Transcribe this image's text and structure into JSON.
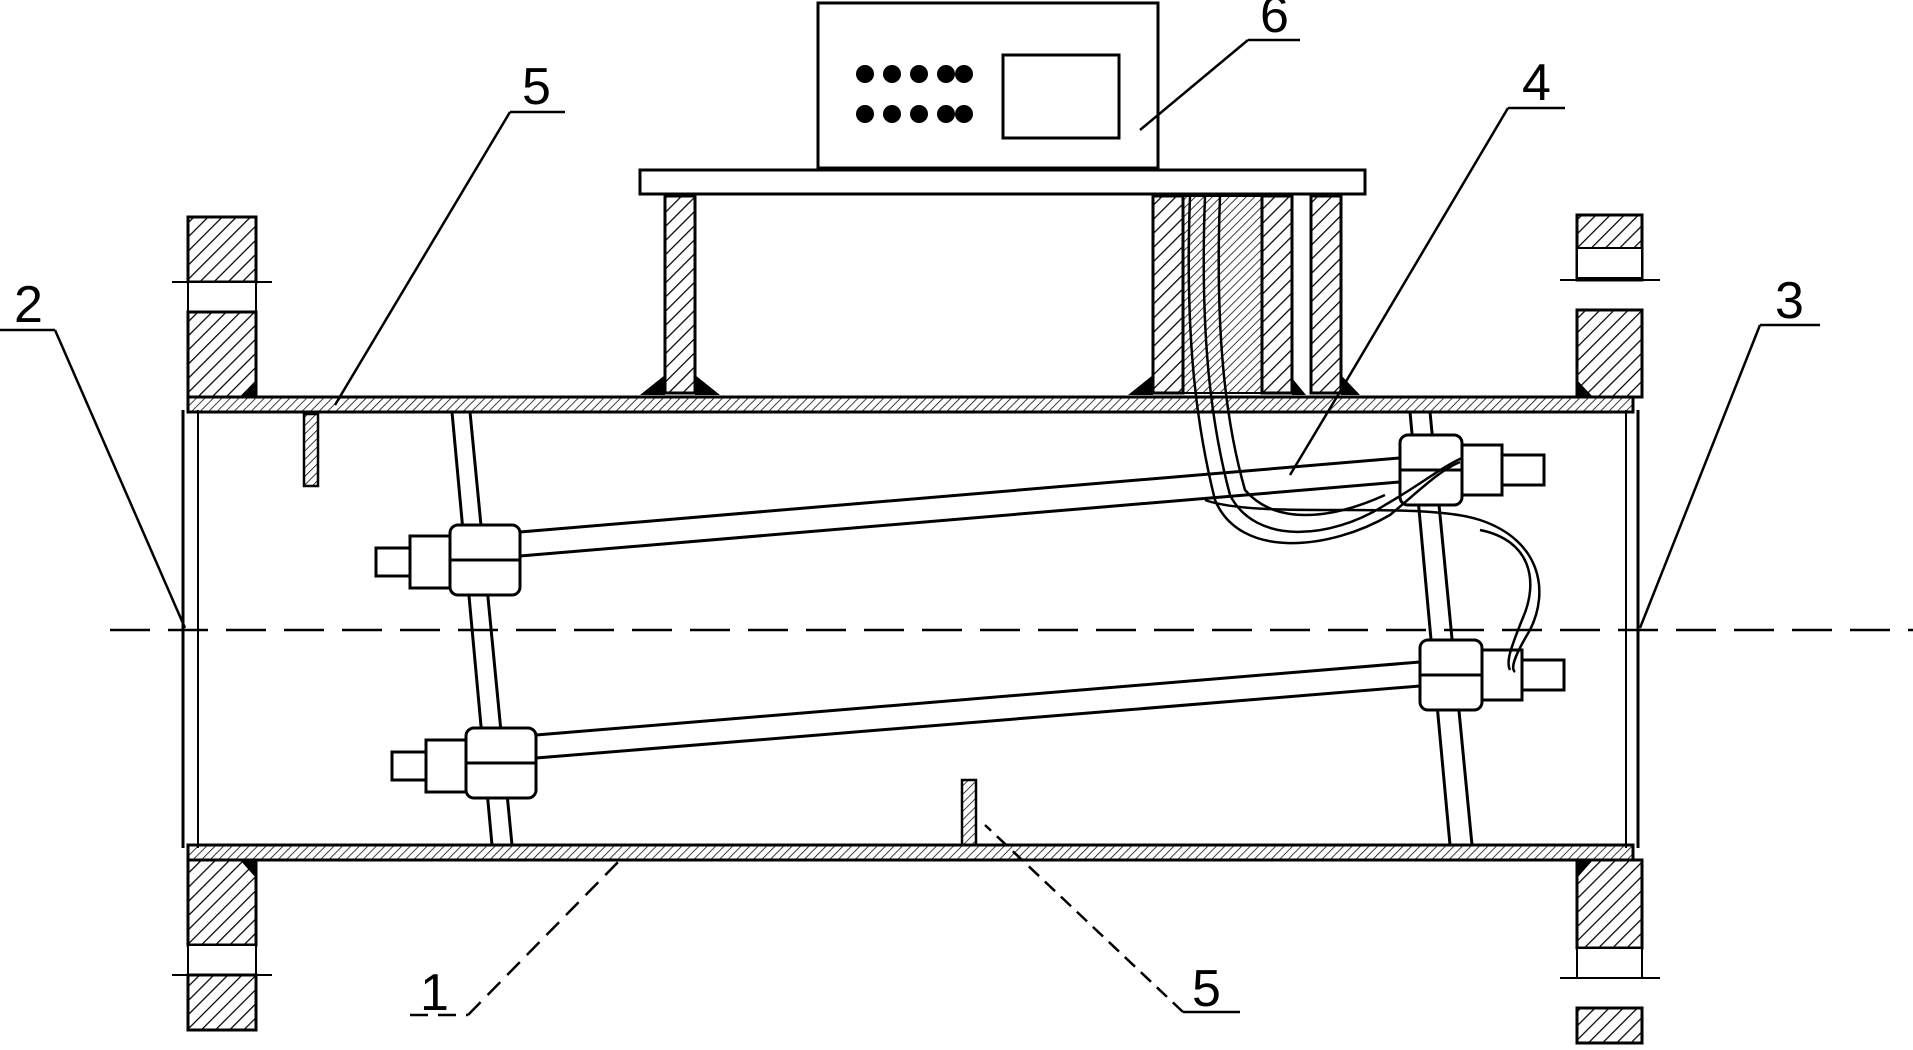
{
  "figure": {
    "labels": {
      "pipe_body": "1",
      "inlet_end": "2",
      "outlet_end": "3",
      "transducer_rod": "4",
      "baffle_top": "5",
      "baffle_bottom": "5",
      "control_box": "6"
    },
    "control_box": {
      "indicator_rows": 2,
      "indicators_per_row": 5
    },
    "colors": {
      "line": "#000000",
      "hatch": "#000000",
      "background": "#ffffff"
    }
  }
}
